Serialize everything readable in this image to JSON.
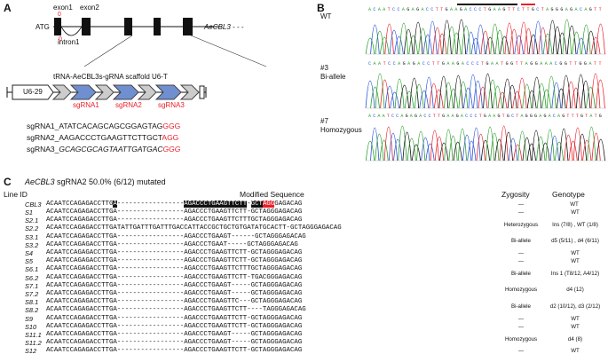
{
  "panels": {
    "a": "A",
    "b": "B",
    "c": "C"
  },
  "gene": {
    "exon1": "exon1",
    "exon2": "exon2",
    "intron1": "intron1",
    "atg": "ATG",
    "gene_name": "AeCBL3 - - -",
    "marker_top": "0",
    "marker_bottom": "0"
  },
  "construct": {
    "title": "tRNA-AeCBL3s-gRNA scaffold U6-T",
    "promoter": "U6-29",
    "sgrnas": [
      "sgRNA1",
      "sgRNA2",
      "sgRNA3"
    ]
  },
  "sgrna_seqs": [
    {
      "label": "sgRNA1_",
      "seq": "ATATCACAGCAGCGGAGTAG",
      "pam": "GGG",
      "italic": false
    },
    {
      "label": "sgRNA2_",
      "seq": "AAGACCCTGAAGTTCTTGCT",
      "pam": "AGG",
      "italic": false
    },
    {
      "label": "sgRNA3_",
      "seq": "GCAGCGCAGTAATTGATGAC",
      "pam": "GGG",
      "italic": true
    }
  ],
  "chromatograms": [
    {
      "label": "WT",
      "label2": "",
      "bases": "ACAATCCAGAGACCTTGAAGACCCTGAAGTTCTTGCTAGGGAGACAGTT"
    },
    {
      "label": "#3",
      "label2": "Bi-allele",
      "bases": "CAATCCAGAGACCTTGAAGACCCTGAATGGTTAGGAAACGGTTGGATT"
    },
    {
      "label": "#7",
      "label2": "Homozygous",
      "bases": "ACAATCCAGAGACCTTGAAGACCCTGAAGTGCTAGGGAGACAGTTTGTATG"
    }
  ],
  "table": {
    "title_gene": "AeCBL3",
    "title_rest": " sgRNA2  50.0% (6/12)  mutated",
    "col_lineid": "Line ID",
    "col_modified": "Modified Sequence",
    "col_zygosity": "Zygosity",
    "col_genotype": "Genotype",
    "ref": {
      "id": "CBL3",
      "left": "ACAATCCAGAGACCTTG",
      "boxA": "A",
      "mid": "AGACCCTGAAGTTCTT",
      "gap": "-",
      "boxGCT": "GCT",
      "pam": "AGG",
      "right": "GAGACAG"
    },
    "rows": [
      {
        "id": "S1",
        "seq": "ACAATCCAGAGACCTTGA-----------------AGACCCTGAAGTTCTT-GCTAGGGAGACAG"
      },
      {
        "id": "S2.1",
        "seq": "ACAATCCAGAGACCTTGA-----------------AGACCCTGAAGTTCTTTGCTAGGGAGACAG"
      },
      {
        "id": "S2.2",
        "seq": "ACAATCCAGAGACCTTGATATTGATTTGATTTGACCATTACCGCTGCTGTGATATGCACTT-GCTAGGGAGACAG"
      },
      {
        "id": "S3.1",
        "seq": "ACAATCCAGAGACCTTGA-----------------AGACCCTGAAGT------GCTAGGGAGACAG"
      },
      {
        "id": "S3.2",
        "seq": "ACAATCCAGAGACCTTGA-----------------AGACCCTGAAT-----GCTAGGGAGACAG"
      },
      {
        "id": "S4",
        "seq": "ACAATCCAGAGACCTTGA-----------------AGACCCTGAAGTTCTT-GCTAGGGAGACAG"
      },
      {
        "id": "S5",
        "seq": "ACAATCCAGAGACCTTGA-----------------AGACCCTGAAGTTCTT-GCTAGGGAGACAG"
      },
      {
        "id": "S6.1",
        "seq": "ACAATCCAGAGACCTTGA-----------------AGACCCTGAAGTTCTTTGCTAGGGAGACAG"
      },
      {
        "id": "S6.2",
        "seq": "ACAATCCAGAGACCTTGA-----------------AGACCCTGAAGTTCTT-TGACGGGAGACAG"
      },
      {
        "id": "S7.1",
        "seq": "ACAATCCAGAGACCTTGA-----------------AGACCCTGAAGT-----GCTAGGGAGACAG"
      },
      {
        "id": "S7.2",
        "seq": "ACAATCCAGAGACCTTGA-----------------AGACCCTGAAGT-----GCTAGGGAGACAG"
      },
      {
        "id": "S8.1",
        "seq": "ACAATCCAGAGACCTTGA-----------------AGACCCTGAAGTTC---GCTAGGGAGACAG"
      },
      {
        "id": "S8.2",
        "seq": "ACAATCCAGAGACCTTGA-----------------AGACCCTGAAGTTCTT----TAGGGAGACAG"
      },
      {
        "id": "S9",
        "seq": "ACAATCCAGAGACCTTGA-----------------AGACCCTGAAGTTCTT-GCTAGGGAGACAG"
      },
      {
        "id": "S10",
        "seq": "ACAATCCAGAGACCTTGA-----------------AGACCCTGAAGTTCTT-GCTAGGGAGACAG"
      },
      {
        "id": "S11.1",
        "seq": "ACAATCCAGAGACCTTGA-----------------AGACCCTGAAGT-----GCTAGGGAGACAG"
      },
      {
        "id": "S11.2",
        "seq": "ACAATCCAGAGACCTTGA-----------------AGACCCTGAAGT-----GCTAGGGAGACAG"
      },
      {
        "id": "S12",
        "seq": "ACAATCCAGAGACCTTGA-----------------AGACCCTGAAGTTCTT-GCTAGGGAGACAG"
      }
    ],
    "zygosity": [
      {
        "text": "—",
        "row": 0
      },
      {
        "text": "Heterozygous",
        "row": 1.5
      },
      {
        "text": "Bi-allele",
        "row": 3.5
      },
      {
        "text": "—",
        "row": 5
      },
      {
        "text": "—",
        "row": 6
      },
      {
        "text": "Bi-allele",
        "row": 7.5
      },
      {
        "text": "Homozygous",
        "row": 9.5
      },
      {
        "text": "Bi-allele",
        "row": 11.5
      },
      {
        "text": "—",
        "row": 13
      },
      {
        "text": "—",
        "row": 14
      },
      {
        "text": "Homozygous",
        "row": 15.5
      },
      {
        "text": "—",
        "row": 17
      }
    ],
    "genotype": [
      {
        "text": "WT",
        "row": 0
      },
      {
        "text": "Ins (7/8) , WT (1/8)",
        "row": 1.5
      },
      {
        "text": "d5 (5/11) , d4 (6/11)",
        "row": 3.5
      },
      {
        "text": "WT",
        "row": 5
      },
      {
        "text": "WT",
        "row": 6
      },
      {
        "text": "Ins 1 (T8/12, A4/12)",
        "row": 7.5
      },
      {
        "text": "d4 (12)",
        "row": 9.5
      },
      {
        "text": "d2 (10/12), d3 (2/12)",
        "row": 11.5
      },
      {
        "text": "WT",
        "row": 13
      },
      {
        "text": "WT",
        "row": 14
      },
      {
        "text": "d4 (8)",
        "row": 15.5
      },
      {
        "text": "WT",
        "row": 17
      }
    ]
  }
}
